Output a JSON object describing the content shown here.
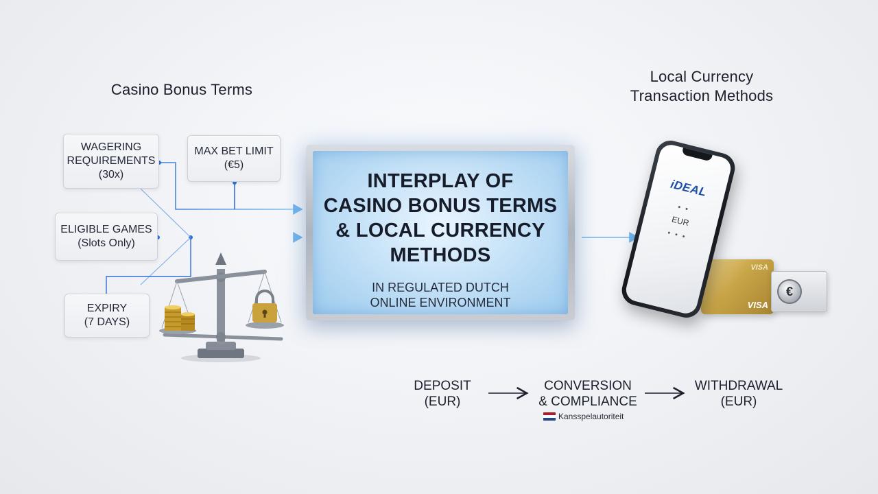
{
  "left_section": {
    "title": "Casino Bonus Terms",
    "terms": [
      {
        "line1": "WAGERING",
        "line2": "REQUIREMENTS",
        "line3": "(30x)"
      },
      {
        "line1": "MAX BET LIMIT",
        "line2": "(€5)"
      },
      {
        "line1": "ELIGIBLE GAMES",
        "line2": "(Slots Only)"
      },
      {
        "line1": "EXPIRY",
        "line2": "(7 DAYS)"
      }
    ]
  },
  "center": {
    "title_lines": [
      "INTERPLAY OF",
      "CASINO BONUS TERMS",
      "& LOCAL CURRENCY",
      "METHODS"
    ],
    "subtitle_lines": [
      "IN REGULATED DUTCH",
      "ONLINE ENVIRONMENT"
    ]
  },
  "right_section": {
    "title_line1": "Local Currency",
    "title_line2": "Transaction Methods",
    "phone": {
      "brand": "iDEAL",
      "dots": "• •",
      "currency": "EUR",
      "dots_bottom": "• • •"
    },
    "card_brand": "VISA",
    "note_symbol": "€"
  },
  "flow": {
    "deposit": {
      "line1": "DEPOSIT",
      "line2": "(EUR)"
    },
    "conversion": {
      "line1": "CONVERSION",
      "line2": "& COMPLIANCE"
    },
    "withdrawal": {
      "line1": "WITHDRAWAL",
      "line2": "(EUR)"
    },
    "regulator": "Kansspelautoriteit"
  },
  "colors": {
    "connector": "#2f6fd6",
    "screen_glow": "#9ccbee",
    "flag_red": "#ae1c28",
    "flag_white": "#ffffff",
    "flag_blue": "#21468b",
    "ideal_blue": "#1d4fa8"
  }
}
